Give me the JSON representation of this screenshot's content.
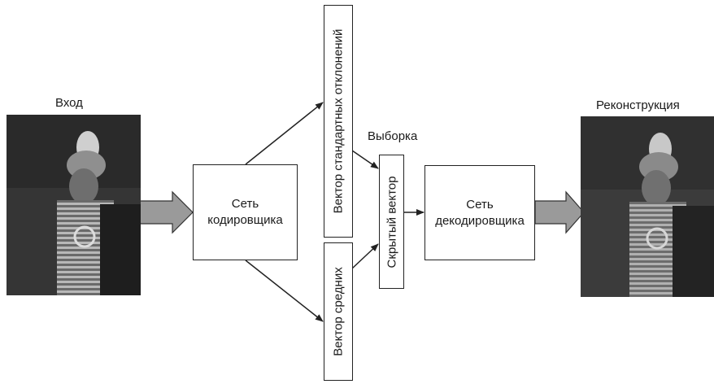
{
  "input_label": "Вход",
  "output_label": "Реконструкция",
  "encoder": {
    "line1": "Сеть",
    "line2": "кодировщика"
  },
  "decoder": {
    "line1": "Сеть",
    "line2": "декодировщика"
  },
  "std_vector": "Вектор стандартных отклонений",
  "mean_vector": "Вектор средних",
  "sampling_label": "Выборка",
  "latent_vector": "Скрытый вектор",
  "colors": {
    "line": "#222222",
    "arrow_fill": "#9a9a9a",
    "photo_bg": "#3a3a3a"
  }
}
